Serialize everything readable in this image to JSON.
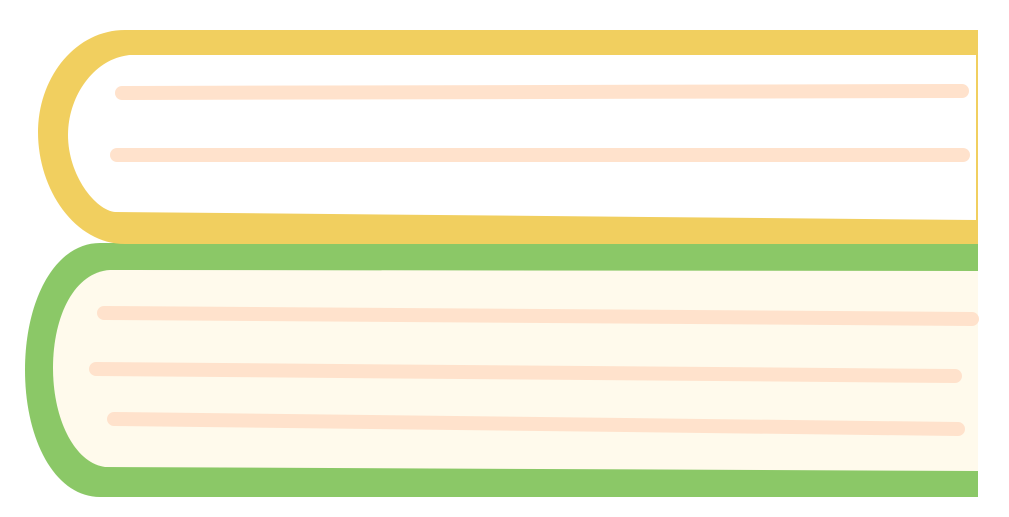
{
  "illustration": {
    "subject": "book-stack-icon",
    "colors": {
      "background": "#ffffff",
      "top_book_cover": "#f1cf5f",
      "top_book_pages": "#ffffff",
      "bottom_book_cover": "#8bc867",
      "bottom_book_pages": "#fffaec",
      "page_lines": "#ffe2cc"
    },
    "books": [
      {
        "name": "top-book",
        "page_line_count": 2
      },
      {
        "name": "bottom-book",
        "page_line_count": 3
      }
    ]
  }
}
